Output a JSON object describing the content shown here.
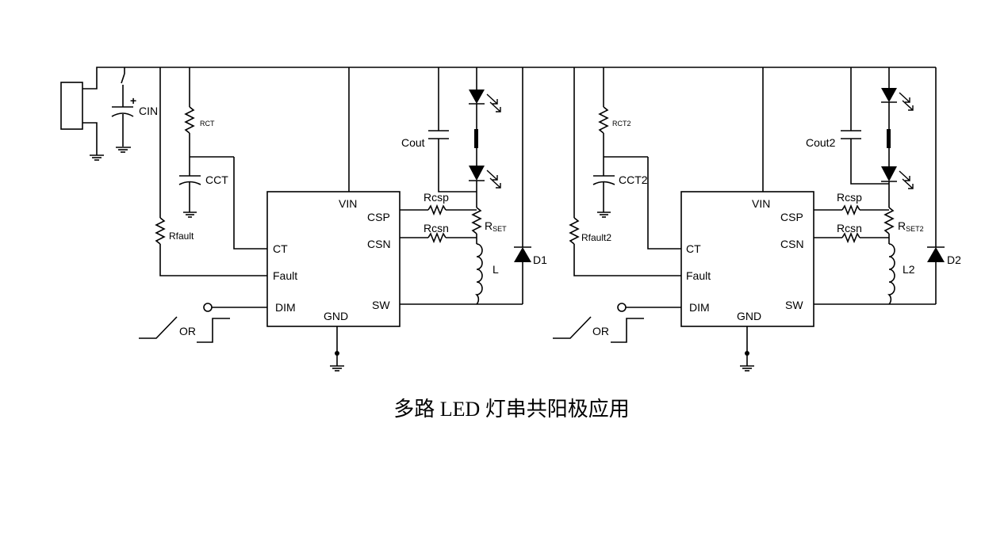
{
  "caption": "多路 LED 灯串共阳极应用",
  "input": {
    "cap_label": "CIN",
    "plus_sign": "+"
  },
  "circuit1": {
    "chip_pins": {
      "vin": "VIN",
      "csp": "CSP",
      "csn": "CSN",
      "ct": "CT",
      "fault": "Fault",
      "dim": "DIM",
      "gnd": "GND",
      "sw": "SW"
    },
    "rct": "RCT",
    "cct": "CCT",
    "rfault": "Rfault",
    "cout": "Cout",
    "rcsp": "Rcsp",
    "rcsn": "Rcsn",
    "rset_main": "R",
    "rset_sub": "SET",
    "inductor": "L",
    "diode": "D1",
    "or_label": "OR"
  },
  "circuit2": {
    "chip_pins": {
      "vin": "VIN",
      "csp": "CSP",
      "csn": "CSN",
      "ct": "CT",
      "fault": "Fault",
      "dim": "DIM",
      "gnd": "GND",
      "sw": "SW"
    },
    "rct": "RCT2",
    "cct": "CCT2",
    "rfault": "Rfault2",
    "cout": "Cout2",
    "rcsp": "Rcsp",
    "rcsn": "Rcsn",
    "rset_main": "R",
    "rset_sub": "SET2",
    "inductor": "L2",
    "diode": "D2",
    "or_label": "OR"
  }
}
